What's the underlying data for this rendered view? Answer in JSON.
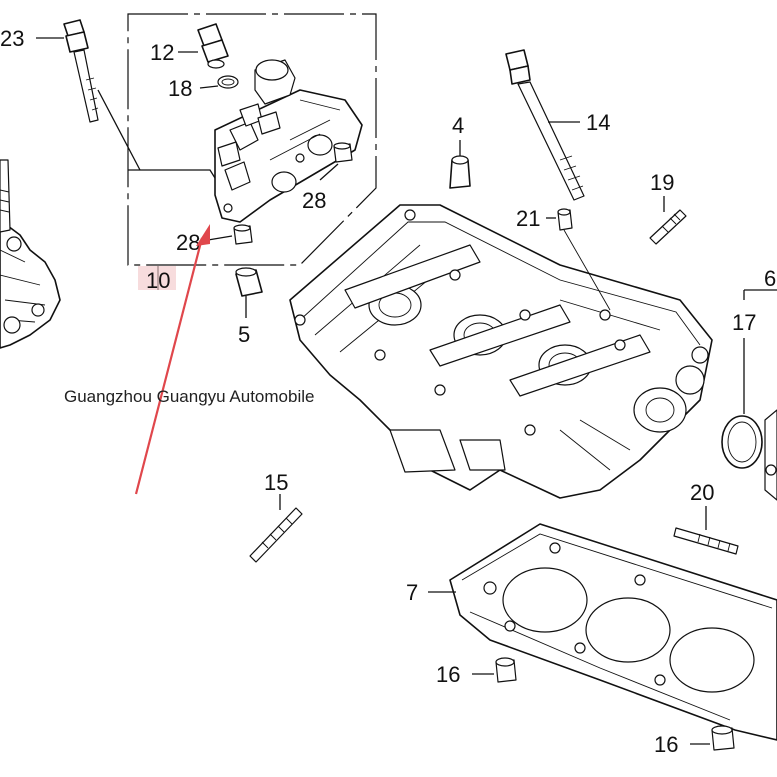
{
  "watermark": {
    "text": "Guangzhou Guangyu Automobile",
    "color": "#222222"
  },
  "callouts": {
    "c23": "23",
    "c12": "12",
    "c18": "18",
    "c28a": "28",
    "c28b": "28",
    "c10": "10",
    "c4": "4",
    "c14": "14",
    "c19": "19",
    "c21": "21",
    "c6": "6",
    "c17": "17",
    "c5": "5",
    "c15": "15",
    "c20": "20",
    "c7": "7",
    "c16a": "16",
    "c16b": "16"
  },
  "highlight": {
    "part": "10",
    "color": "#e0474c",
    "arrow_color": "#e0474c"
  },
  "icons": [
    "red-arrow-icon"
  ]
}
